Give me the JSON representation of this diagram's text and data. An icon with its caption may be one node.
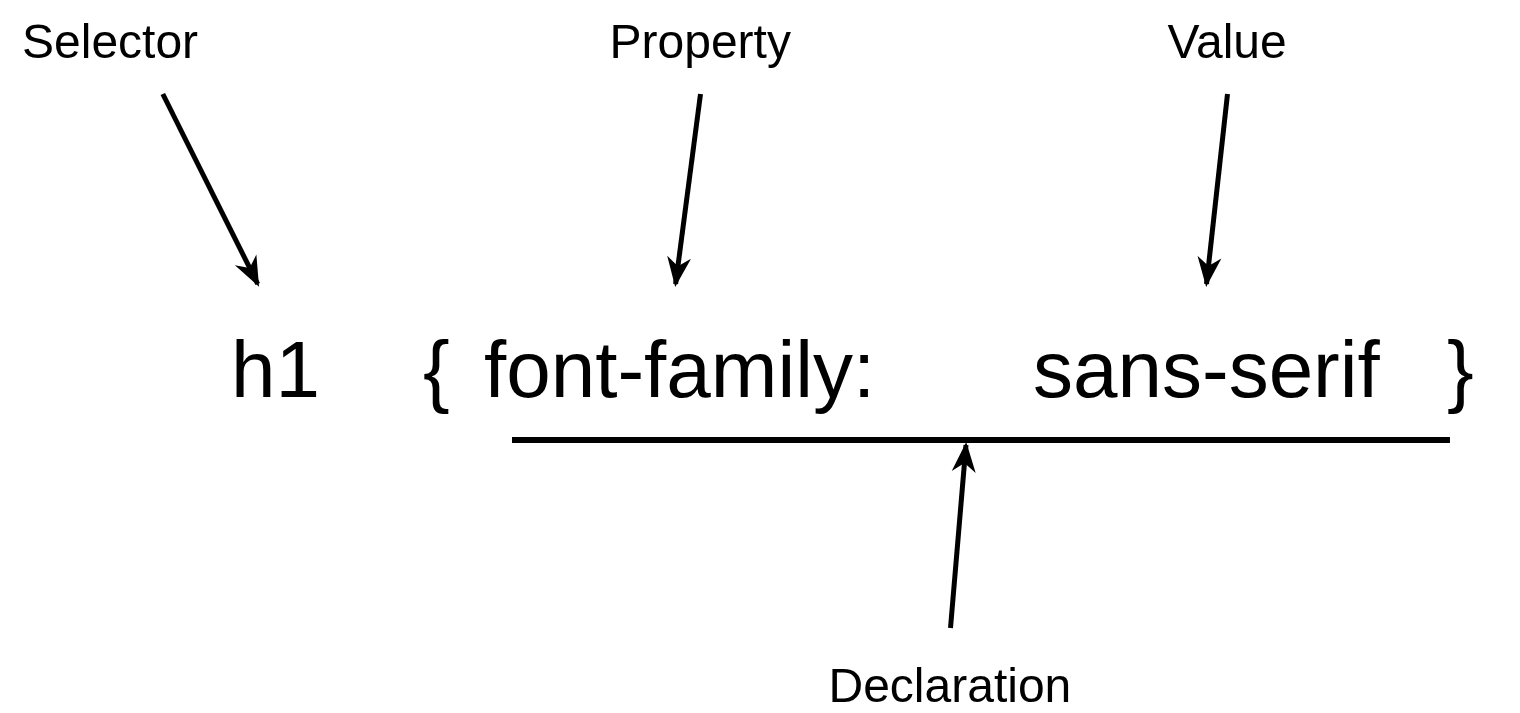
{
  "diagram": {
    "nodes": [
      {
        "text": [
          "Selector"
        ]
      },
      {
        "text": [
          "Property"
        ]
      },
      {
        "text": [
          "Value"
        ]
      },
      {
        "text": [
          "Declaration"
        ]
      },
      {
        "text": [
          "h1"
        ]
      },
      {
        "text": [
          "font-family:"
        ]
      },
      {
        "text": [
          "sans-serif"
        ]
      },
      {
        "text": [],
        "shape": "bar"
      }
    ],
    "edges": [
      {
        "from": 0,
        "to": 4,
        "arrow": "to"
      },
      {
        "from": 1,
        "to": 5,
        "arrow": "to"
      },
      {
        "from": 2,
        "to": 6,
        "arrow": "to"
      },
      {
        "from": 3,
        "to": 7,
        "arrow": "to"
      }
    ],
    "labels": [
      "{",
      "}"
    ]
  }
}
